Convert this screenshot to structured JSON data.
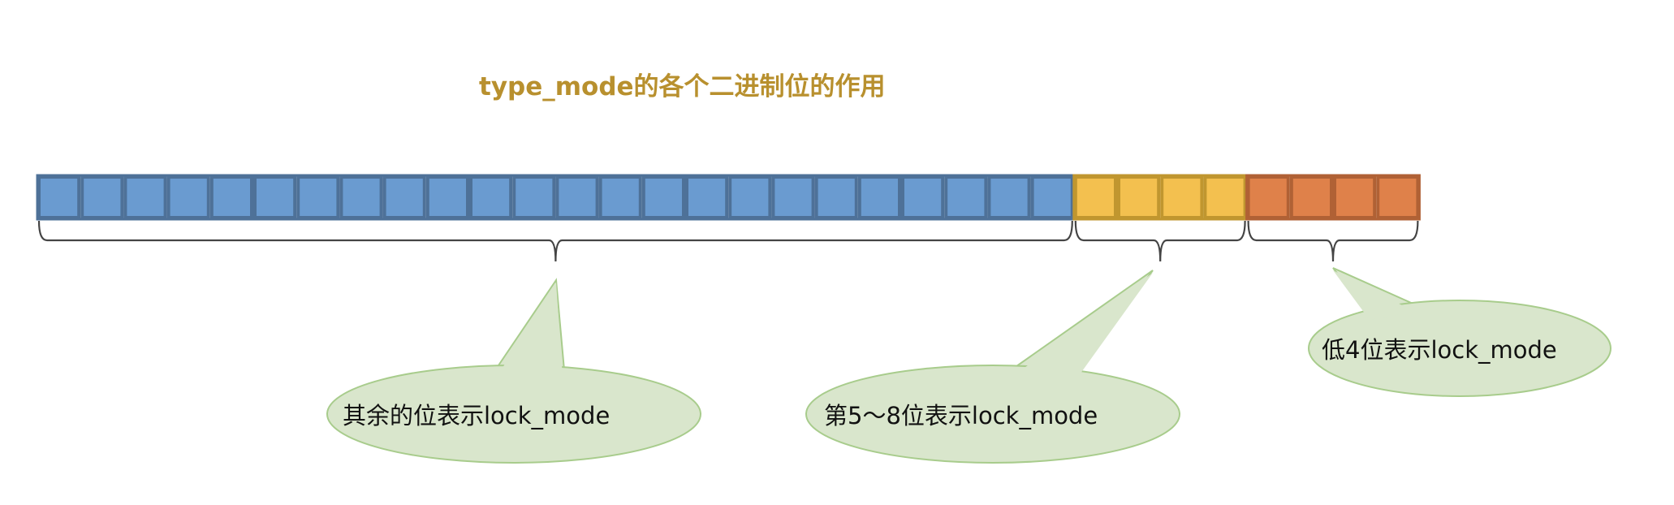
{
  "title": "type_mode的各个二进制位的作用",
  "colors": {
    "title": "#b8902e",
    "callout_fill": "#d9e6cc",
    "callout_stroke": "#a8cc8c",
    "brace": "#444444"
  },
  "bit_groups": [
    {
      "name": "other-bits",
      "bits": 24,
      "fill": "#6a9bd0",
      "stroke": "#4e7198"
    },
    {
      "name": "bits-5-8",
      "bits": 4,
      "fill": "#f3c04f",
      "stroke": "#c0962f"
    },
    {
      "name": "low-4-bits",
      "bits": 4,
      "fill": "#df814a",
      "stroke": "#b06135"
    }
  ],
  "callouts": [
    {
      "group": "other-bits",
      "text": "其余的位表示lock_mode"
    },
    {
      "group": "bits-5-8",
      "text": "第5～8位表示lock_mode"
    },
    {
      "group": "low-4-bits",
      "text": "低4位表示lock_mode"
    }
  ]
}
